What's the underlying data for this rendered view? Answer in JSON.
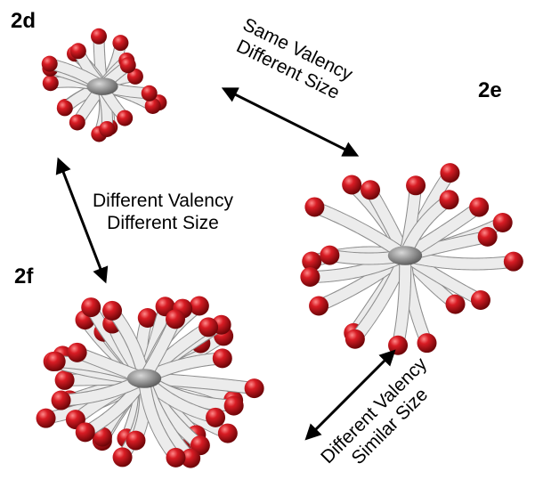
{
  "panels": {
    "d": {
      "label": "2d"
    },
    "e": {
      "label": "2e"
    },
    "f": {
      "label": "2f"
    }
  },
  "relations": {
    "d_e": {
      "line1": "Same Valency",
      "line2": "Different Size"
    },
    "d_f": {
      "line1": "Different Valency",
      "line2": "Different Size"
    },
    "e_f": {
      "line1": "Different Valency",
      "line2": "Similar Size"
    }
  },
  "colors": {
    "arm_body": "#e6e6e6",
    "arm_tip": "#c8141a",
    "core": "#8a8a8a",
    "arrow": "#000000"
  },
  "clusters": {
    "d": {
      "arm_count": 20,
      "relative_size": "small"
    },
    "e": {
      "arm_count": 20,
      "relative_size": "large"
    },
    "f": {
      "arm_count": 40,
      "relative_size": "large"
    }
  }
}
